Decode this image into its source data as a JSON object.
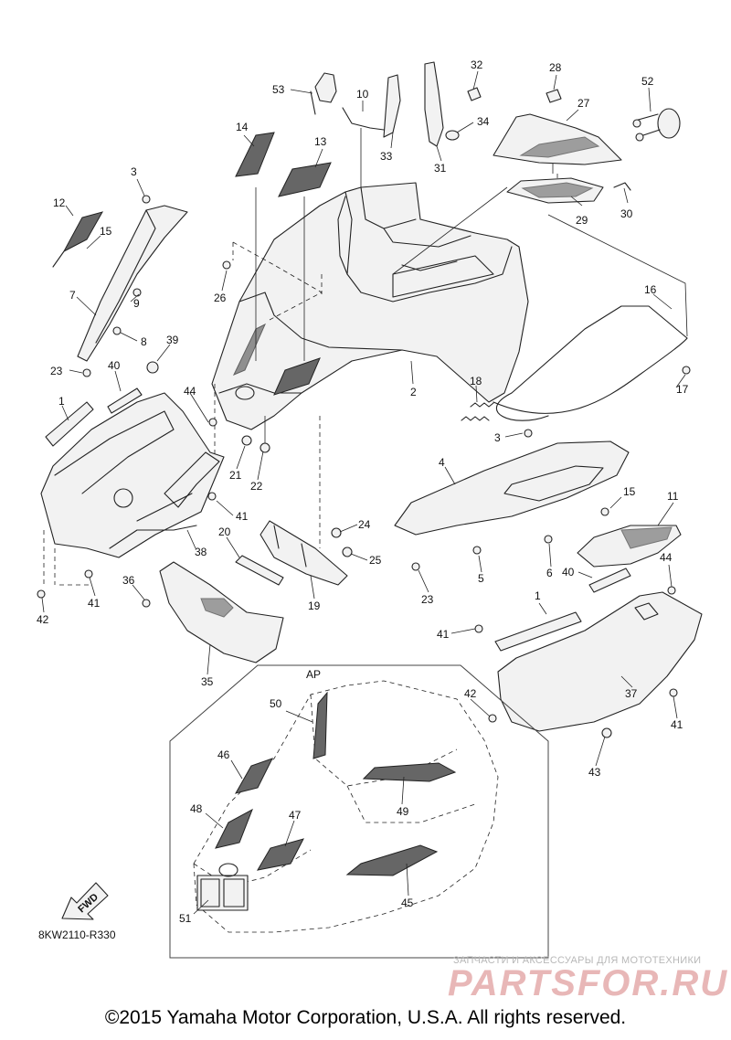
{
  "callouts": [
    {
      "id": "53",
      "text": "53"
    },
    {
      "id": "10",
      "text": "10"
    },
    {
      "id": "32",
      "text": "32"
    },
    {
      "id": "28",
      "text": "28"
    },
    {
      "id": "52",
      "text": "52"
    },
    {
      "id": "27",
      "text": "27"
    },
    {
      "id": "34",
      "text": "34"
    },
    {
      "id": "33",
      "text": "33"
    },
    {
      "id": "31",
      "text": "31"
    },
    {
      "id": "14",
      "text": "14"
    },
    {
      "id": "13",
      "text": "13"
    },
    {
      "id": "3a",
      "text": "3"
    },
    {
      "id": "29",
      "text": "29"
    },
    {
      "id": "30",
      "text": "30"
    },
    {
      "id": "12",
      "text": "12"
    },
    {
      "id": "15a",
      "text": "15"
    },
    {
      "id": "26",
      "text": "26"
    },
    {
      "id": "16",
      "text": "16"
    },
    {
      "id": "7",
      "text": "7"
    },
    {
      "id": "9",
      "text": "9"
    },
    {
      "id": "8",
      "text": "8"
    },
    {
      "id": "39",
      "text": "39"
    },
    {
      "id": "23a",
      "text": "23"
    },
    {
      "id": "40a",
      "text": "40"
    },
    {
      "id": "2",
      "text": "2"
    },
    {
      "id": "17",
      "text": "17"
    },
    {
      "id": "18",
      "text": "18"
    },
    {
      "id": "44a",
      "text": "44"
    },
    {
      "id": "1a",
      "text": "1"
    },
    {
      "id": "3b",
      "text": "3"
    },
    {
      "id": "4",
      "text": "4"
    },
    {
      "id": "21",
      "text": "21"
    },
    {
      "id": "22",
      "text": "22"
    },
    {
      "id": "41a",
      "text": "41"
    },
    {
      "id": "15b",
      "text": "15"
    },
    {
      "id": "11",
      "text": "11"
    },
    {
      "id": "24",
      "text": "24"
    },
    {
      "id": "20",
      "text": "20"
    },
    {
      "id": "25",
      "text": "25"
    },
    {
      "id": "38",
      "text": "38"
    },
    {
      "id": "5",
      "text": "5"
    },
    {
      "id": "6",
      "text": "6"
    },
    {
      "id": "44b",
      "text": "44"
    },
    {
      "id": "40b",
      "text": "40"
    },
    {
      "id": "41b",
      "text": "41"
    },
    {
      "id": "36",
      "text": "36"
    },
    {
      "id": "19",
      "text": "19"
    },
    {
      "id": "23b",
      "text": "23"
    },
    {
      "id": "42a",
      "text": "42"
    },
    {
      "id": "1b",
      "text": "1"
    },
    {
      "id": "41c",
      "text": "41"
    },
    {
      "id": "35",
      "text": "35"
    },
    {
      "id": "42b",
      "text": "42"
    },
    {
      "id": "37",
      "text": "37"
    },
    {
      "id": "41d",
      "text": "41"
    },
    {
      "id": "43",
      "text": "43"
    }
  ],
  "inset": {
    "label": "AP",
    "callouts": [
      {
        "id": "50",
        "text": "50"
      },
      {
        "id": "46",
        "text": "46"
      },
      {
        "id": "49",
        "text": "49"
      },
      {
        "id": "48",
        "text": "48"
      },
      {
        "id": "47",
        "text": "47"
      },
      {
        "id": "45",
        "text": "45"
      },
      {
        "id": "51",
        "text": "51"
      }
    ]
  },
  "fwd_arrow": {
    "label": "FWD"
  },
  "reference_code": "8KW2110-R330",
  "watermark": {
    "tagline": "ЗАПЧАСТИ И АКСЕССУАРЫ ДЛЯ МОТОТЕХНИКИ",
    "brand": "PARTSFOR.RU"
  },
  "copyright": "©2015 Yamaha Motor Corporation, U.S.A. All rights reserved."
}
